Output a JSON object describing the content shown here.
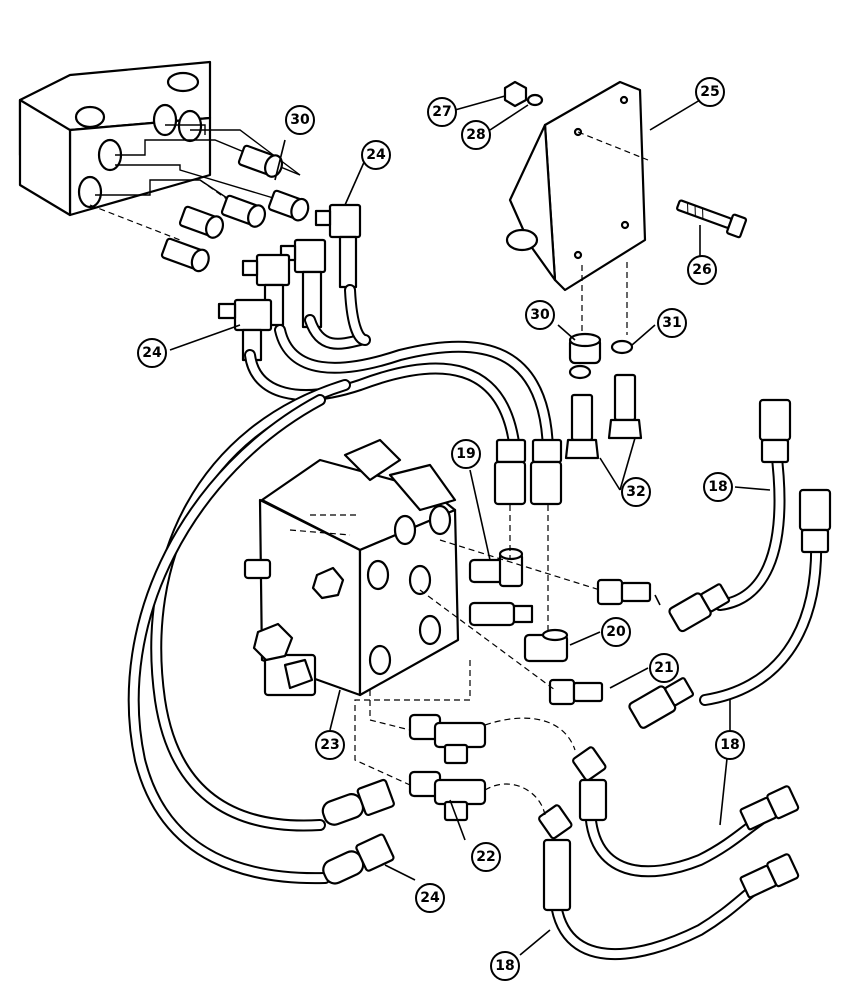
{
  "callouts": [
    {
      "id": "c30a",
      "label": "30"
    },
    {
      "id": "c24a",
      "label": "24"
    },
    {
      "id": "c27",
      "label": "27"
    },
    {
      "id": "c28",
      "label": "28"
    },
    {
      "id": "c25",
      "label": "25"
    },
    {
      "id": "c26",
      "label": "26"
    },
    {
      "id": "c30b",
      "label": "30"
    },
    {
      "id": "c31",
      "label": "31"
    },
    {
      "id": "c24b",
      "label": "24"
    },
    {
      "id": "c19",
      "label": "19"
    },
    {
      "id": "c32",
      "label": "32"
    },
    {
      "id": "c18a",
      "label": "18"
    },
    {
      "id": "c20",
      "label": "20"
    },
    {
      "id": "c21",
      "label": "21"
    },
    {
      "id": "c23",
      "label": "23"
    },
    {
      "id": "c18b",
      "label": "18"
    },
    {
      "id": "c22",
      "label": "22"
    },
    {
      "id": "c24c",
      "label": "24"
    },
    {
      "id": "c18c",
      "label": "18"
    }
  ]
}
